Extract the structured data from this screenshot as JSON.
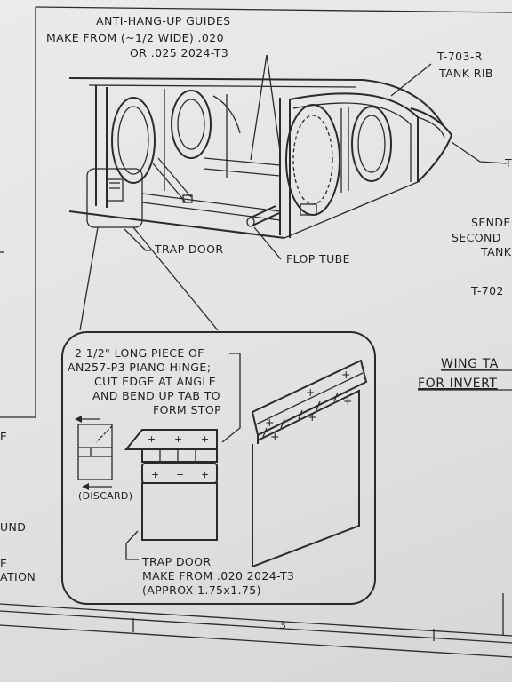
{
  "callouts": {
    "anti_hang_1": "ANTI-HANG-UP GUIDES",
    "anti_hang_2": "MAKE FROM (~1/2 WIDE) .020",
    "anti_hang_3": "OR .025 2024-T3",
    "tank_rib_1": "T-703-R",
    "tank_rib_2": "TANK RIB",
    "right_cut": "T",
    "trap_door": "TRAP DOOR",
    "flop_tube": "FLOP TUBE",
    "sender_1": "SENDE",
    "sender_2": "SECOND",
    "sender_3": "TANK",
    "t702": "T-702",
    "wing_1": "WING TA",
    "wing_2": "FOR INVERT"
  },
  "detail": {
    "hinge_1": "2 1/2\" LONG PIECE OF",
    "hinge_2": "AN257-P3 PIANO HINGE;",
    "hinge_3": "CUT EDGE AT ANGLE",
    "hinge_4": "AND BEND UP TAB TO",
    "hinge_5": "FORM STOP",
    "discard": "(DISCARD)",
    "door_1": "TRAP DOOR",
    "door_2": "MAKE FROM .020 2024-T3",
    "door_3": "(APPROX 1.75x1.75)"
  },
  "left_margin": {
    "e1": "E",
    "und": "UND",
    "e2": "E",
    "ation": "ATION"
  },
  "footer": {
    "sheet": "3"
  }
}
